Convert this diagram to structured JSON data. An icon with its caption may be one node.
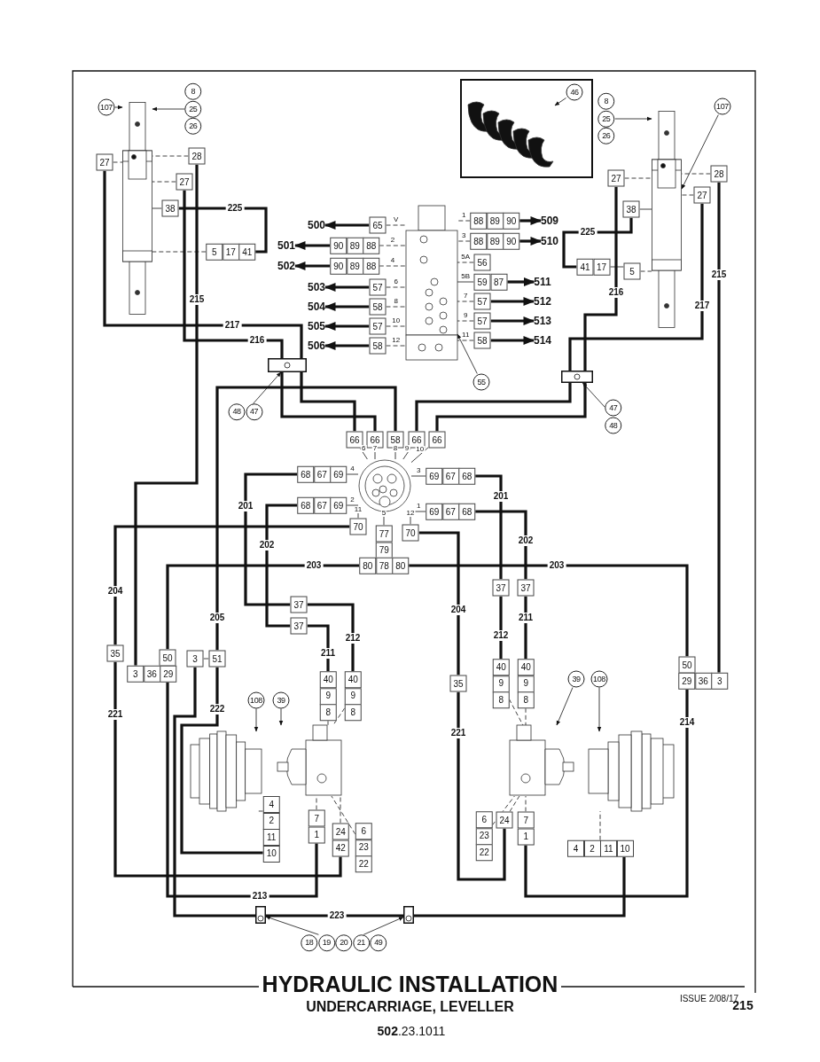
{
  "diagram": {
    "title": "HYDRAULIC INSTALLATION",
    "caption": "UNDERCARRIAGE, LEVELLER",
    "nodes": [
      {
        "text": [],
        "shape": "picture"
      },
      {
        "text": [
          "107"
        ]
      },
      {
        "text": [
          "8",
          "25",
          "26"
        ]
      },
      {
        "text": [
          "27"
        ]
      },
      {
        "text": [
          "28"
        ]
      },
      {
        "text": [
          "27"
        ]
      },
      {
        "text": [
          "38"
        ]
      },
      {
        "text": [
          "5",
          "17",
          "41"
        ]
      },
      {
        "text": [],
        "shape": "picture"
      },
      {
        "text": [
          "46"
        ]
      },
      {
        "text": [
          "8",
          "25",
          "26"
        ]
      },
      {
        "text": [
          "107"
        ]
      },
      {
        "text": [],
        "shape": "picture"
      },
      {
        "text": [
          "27"
        ]
      },
      {
        "text": [
          "28"
        ]
      },
      {
        "text": [
          "27"
        ]
      },
      {
        "text": [
          "38"
        ]
      },
      {
        "text": [
          "41",
          "17"
        ]
      },
      {
        "text": [
          "5"
        ]
      },
      {
        "text": [
          "500"
        ]
      },
      {
        "text": [
          "65"
        ]
      },
      {
        "text": [],
        "shape": "picture"
      },
      {
        "text": [
          "88",
          "89",
          "90"
        ]
      },
      {
        "text": [
          "509"
        ]
      },
      {
        "text": [
          "501"
        ]
      },
      {
        "text": [
          "90",
          "89",
          "88"
        ]
      },
      {
        "text": [
          "88",
          "89",
          "90"
        ]
      },
      {
        "text": [
          "510"
        ]
      },
      {
        "text": [
          "502"
        ]
      },
      {
        "text": [
          "90",
          "89",
          "88"
        ]
      },
      {
        "text": [
          "56"
        ]
      },
      {
        "text": [
          "59",
          "87"
        ]
      },
      {
        "text": [
          "511"
        ]
      },
      {
        "text": [
          "503"
        ]
      },
      {
        "text": [
          "57"
        ]
      },
      {
        "text": [
          "57"
        ]
      },
      {
        "text": [
          "512"
        ]
      },
      {
        "text": [
          "504"
        ]
      },
      {
        "text": [
          "58"
        ]
      },
      {
        "text": [
          "57"
        ]
      },
      {
        "text": [
          "513"
        ]
      },
      {
        "text": [
          "505"
        ]
      },
      {
        "text": [
          "57"
        ]
      },
      {
        "text": [
          "58"
        ]
      },
      {
        "text": [
          "514"
        ]
      },
      {
        "text": [
          "506"
        ]
      },
      {
        "text": [
          "58"
        ]
      },
      {
        "text": [
          "55"
        ]
      },
      {
        "text": [],
        "shape": "picture"
      },
      {
        "text": [],
        "shape": "picture"
      },
      {
        "text": [
          "48",
          "47"
        ]
      },
      {
        "text": [
          "47",
          "48"
        ]
      },
      {
        "text": [
          "66"
        ]
      },
      {
        "text": [
          "66"
        ]
      },
      {
        "text": [
          "58"
        ]
      },
      {
        "text": [
          "66"
        ]
      },
      {
        "text": [
          "66"
        ]
      },
      {
        "text": [
          "68",
          "67",
          "69"
        ]
      },
      {
        "text": [],
        "shape": "picture"
      },
      {
        "text": [
          "69",
          "67",
          "68"
        ]
      },
      {
        "text": [
          "68",
          "67",
          "69"
        ]
      },
      {
        "text": [
          "69",
          "67",
          "68"
        ]
      },
      {
        "text": [
          "70"
        ]
      },
      {
        "text": [
          "77",
          "79"
        ]
      },
      {
        "text": [
          "70"
        ]
      },
      {
        "text": [
          "80",
          "78",
          "80"
        ]
      },
      {
        "text": [
          "37"
        ]
      },
      {
        "text": [
          "37"
        ]
      },
      {
        "text": [
          "37"
        ]
      },
      {
        "text": [
          "37"
        ]
      },
      {
        "text": [
          "35"
        ]
      },
      {
        "text": [
          "50"
        ]
      },
      {
        "text": [
          "3",
          "36",
          "29"
        ]
      },
      {
        "text": [
          "3"
        ]
      },
      {
        "text": [
          "51"
        ]
      },
      {
        "text": [
          "40",
          "9",
          "8"
        ]
      },
      {
        "text": [
          "40",
          "9",
          "8"
        ]
      },
      {
        "text": [
          "40",
          "9",
          "8"
        ]
      },
      {
        "text": [
          "40",
          "9",
          "8"
        ]
      },
      {
        "text": [
          "35"
        ]
      },
      {
        "text": [
          "50"
        ]
      },
      {
        "text": [
          "29",
          "36",
          "3"
        ]
      },
      {
        "text": [
          "108"
        ]
      },
      {
        "text": [
          "39"
        ]
      },
      {
        "text": [
          "39"
        ]
      },
      {
        "text": [
          "108"
        ]
      },
      {
        "text": [],
        "shape": "picture"
      },
      {
        "text": [],
        "shape": "picture"
      },
      {
        "text": [],
        "shape": "picture"
      },
      {
        "text": [],
        "shape": "picture"
      },
      {
        "text": [
          "4",
          "2",
          "11",
          "10"
        ]
      },
      {
        "text": [
          "7",
          "1"
        ]
      },
      {
        "text": [
          "24",
          "42"
        ]
      },
      {
        "text": [
          "6",
          "23",
          "22"
        ]
      },
      {
        "text": [
          "6",
          "23",
          "22"
        ]
      },
      {
        "text": [
          "24"
        ]
      },
      {
        "text": [
          "7",
          "1"
        ]
      },
      {
        "text": [
          "4",
          "2",
          "11",
          "10"
        ]
      },
      {
        "text": [],
        "shape": "picture"
      },
      {
        "text": [],
        "shape": "picture"
      },
      {
        "text": [
          "18",
          "19",
          "20",
          "21",
          "49"
        ]
      }
    ],
    "edges": [
      {
        "from": 3,
        "to": 52,
        "arrow": "none",
        "label": "217",
        "style": "thick"
      },
      {
        "from": 5,
        "to": 53,
        "arrow": "none",
        "label": "216",
        "style": "thick"
      },
      {
        "from": 4,
        "to": 72,
        "arrow": "none",
        "label": "215",
        "style": "thick"
      },
      {
        "from": 6,
        "to": 7,
        "arrow": "none",
        "label": "225",
        "style": "thick"
      },
      {
        "from": 54,
        "to": 74,
        "arrow": "none",
        "label": "205",
        "style": "thick"
      },
      {
        "from": 13,
        "to": 56,
        "arrow": "none",
        "label": "216",
        "style": "thick"
      },
      {
        "from": 15,
        "to": 55,
        "arrow": "none",
        "label": "217",
        "style": "thick"
      },
      {
        "from": 16,
        "to": 17,
        "arrow": "none",
        "label": "225",
        "style": "thick"
      },
      {
        "from": 14,
        "to": 81,
        "arrow": "none",
        "label": "215",
        "style": "thick"
      },
      {
        "from": 57,
        "to": 66,
        "arrow": "none",
        "label": "201",
        "style": "thick"
      },
      {
        "from": 66,
        "to": 76,
        "arrow": "none",
        "label": "212",
        "style": "thick"
      },
      {
        "from": 60,
        "to": 67,
        "arrow": "none",
        "label": "202",
        "style": "thick"
      },
      {
        "from": 67,
        "to": 75,
        "arrow": "none",
        "label": "211",
        "style": "thick"
      },
      {
        "from": 59,
        "to": 68,
        "arrow": "none",
        "label": "201",
        "style": "thick"
      },
      {
        "from": 68,
        "to": 77,
        "arrow": "none",
        "label": "212",
        "style": "thick"
      },
      {
        "from": 61,
        "to": 69,
        "arrow": "none",
        "label": "202",
        "style": "thick"
      },
      {
        "from": 69,
        "to": 78,
        "arrow": "none",
        "label": "211",
        "style": "thick"
      },
      {
        "from": 65,
        "to": 71,
        "arrow": "none",
        "label": "203",
        "style": "thick"
      },
      {
        "from": 65,
        "to": 80,
        "arrow": "none",
        "label": "203",
        "style": "thick"
      },
      {
        "from": 62,
        "to": 70,
        "arrow": "none",
        "label": "204",
        "style": "thick"
      },
      {
        "from": 64,
        "to": 79,
        "arrow": "none",
        "label": "204",
        "style": "thick"
      },
      {
        "from": 70,
        "to": 92,
        "arrow": "none",
        "label": "221",
        "style": "thick"
      },
      {
        "from": 72,
        "to": 91,
        "arrow": "none",
        "label": "213",
        "style": "thick"
      },
      {
        "from": 74,
        "to": 90,
        "arrow": "none",
        "label": "222",
        "style": "thick"
      },
      {
        "from": 73,
        "to": 97,
        "arrow": "none",
        "label": "223",
        "style": "thick"
      },
      {
        "from": 79,
        "to": 95,
        "arrow": "none",
        "label": "221",
        "style": "thick"
      },
      {
        "from": 81,
        "to": 96,
        "arrow": "none",
        "label": "214",
        "style": "thick"
      },
      {
        "from": 73,
        "to": 74,
        "arrow": "none"
      },
      {
        "from": 20,
        "to": 19,
        "arrow": "to",
        "style": "thick"
      },
      {
        "from": 25,
        "to": 24,
        "arrow": "to",
        "style": "thick"
      },
      {
        "from": 29,
        "to": 28,
        "arrow": "to",
        "style": "thick"
      },
      {
        "from": 34,
        "to": 33,
        "arrow": "to",
        "style": "thick"
      },
      {
        "from": 38,
        "to": 37,
        "arrow": "to",
        "style": "thick"
      },
      {
        "from": 42,
        "to": 41,
        "arrow": "to",
        "style": "thick"
      },
      {
        "from": 46,
        "to": 45,
        "arrow": "to",
        "style": "thick"
      },
      {
        "from": 22,
        "to": 23,
        "arrow": "to",
        "style": "thick"
      },
      {
        "from": 26,
        "to": 27,
        "arrow": "to",
        "style": "thick"
      },
      {
        "from": 31,
        "to": 32,
        "arrow": "to",
        "style": "thick"
      },
      {
        "from": 35,
        "to": 36,
        "arrow": "to",
        "style": "thick"
      },
      {
        "from": 39,
        "to": 40,
        "arrow": "to",
        "style": "thick"
      },
      {
        "from": 43,
        "to": 44,
        "arrow": "to",
        "style": "thick"
      },
      {
        "from": 1,
        "to": 0,
        "arrow": "to"
      },
      {
        "from": 2,
        "to": 0,
        "arrow": "to"
      },
      {
        "from": 3,
        "to": 0,
        "arrow": "none",
        "style": "dashed"
      },
      {
        "from": 4,
        "to": 0,
        "arrow": "none",
        "style": "dashed"
      },
      {
        "from": 5,
        "to": 0,
        "arrow": "none",
        "style": "dashed"
      },
      {
        "from": 6,
        "to": 0,
        "arrow": "none"
      },
      {
        "from": 7,
        "to": 0,
        "arrow": "none",
        "style": "dashed"
      },
      {
        "from": 9,
        "to": 8,
        "arrow": "to"
      },
      {
        "from": 10,
        "to": 12,
        "arrow": "to"
      },
      {
        "from": 11,
        "to": 12,
        "arrow": "to"
      },
      {
        "from": 13,
        "to": 12,
        "arrow": "none",
        "style": "dashed"
      },
      {
        "from": 14,
        "to": 12,
        "arrow": "none",
        "style": "dashed"
      },
      {
        "from": 15,
        "to": 12,
        "arrow": "none",
        "style": "dashed"
      },
      {
        "from": 16,
        "to": 12,
        "arrow": "none"
      },
      {
        "from": 17,
        "to": 18,
        "arrow": "none"
      },
      {
        "from": 18,
        "to": 12,
        "arrow": "none",
        "style": "dashed"
      },
      {
        "from": 20,
        "to": 21,
        "arrow": "none",
        "label": "V",
        "style": "dashed"
      },
      {
        "from": 25,
        "to": 21,
        "arrow": "none",
        "label": "2",
        "style": "dashed"
      },
      {
        "from": 29,
        "to": 21,
        "arrow": "none",
        "label": "4",
        "style": "dashed"
      },
      {
        "from": 34,
        "to": 21,
        "arrow": "none",
        "label": "6",
        "style": "dashed"
      },
      {
        "from": 38,
        "to": 21,
        "arrow": "none",
        "label": "8",
        "style": "dashed"
      },
      {
        "from": 42,
        "to": 21,
        "arrow": "none",
        "label": "10",
        "style": "dashed"
      },
      {
        "from": 46,
        "to": 21,
        "arrow": "none",
        "label": "12",
        "style": "dashed"
      },
      {
        "from": 22,
        "to": 21,
        "arrow": "none",
        "label": "1",
        "style": "dashed"
      },
      {
        "from": 26,
        "to": 21,
        "arrow": "none",
        "label": "3",
        "style": "dashed"
      },
      {
        "from": 30,
        "to": 21,
        "arrow": "none",
        "label": "5A",
        "style": "dashed"
      },
      {
        "from": 31,
        "to": 21,
        "arrow": "none",
        "label": "5B"
      },
      {
        "from": 35,
        "to": 21,
        "arrow": "none",
        "label": "7",
        "style": "dashed"
      },
      {
        "from": 39,
        "to": 21,
        "arrow": "none",
        "label": "9",
        "style": "dashed"
      },
      {
        "from": 43,
        "to": 21,
        "arrow": "none",
        "label": "11",
        "style": "dashed"
      },
      {
        "from": 47,
        "to": 21,
        "arrow": "to"
      },
      {
        "from": 50,
        "to": 48,
        "arrow": "to"
      },
      {
        "from": 51,
        "to": 49,
        "arrow": "to"
      },
      {
        "from": 52,
        "to": 58,
        "arrow": "none",
        "label": "6"
      },
      {
        "from": 53,
        "to": 58,
        "arrow": "none",
        "label": "7"
      },
      {
        "from": 54,
        "to": 58,
        "arrow": "none",
        "label": "8"
      },
      {
        "from": 55,
        "to": 58,
        "arrow": "none",
        "label": "9"
      },
      {
        "from": 56,
        "to": 58,
        "arrow": "none",
        "label": "10"
      },
      {
        "from": 57,
        "to": 58,
        "arrow": "none",
        "label": "4"
      },
      {
        "from": 59,
        "to": 58,
        "arrow": "none",
        "label": "3"
      },
      {
        "from": 60,
        "to": 58,
        "arrow": "none",
        "label": "2"
      },
      {
        "from": 61,
        "to": 58,
        "arrow": "none",
        "label": "1"
      },
      {
        "from": 62,
        "to": 58,
        "arrow": "none",
        "label": "11"
      },
      {
        "from": 63,
        "to": 58,
        "arrow": "none",
        "label": "5"
      },
      {
        "from": 64,
        "to": 58,
        "arrow": "none",
        "label": "12"
      },
      {
        "from": 82,
        "to": 86,
        "arrow": "to"
      },
      {
        "from": 83,
        "to": 87,
        "arrow": "to"
      },
      {
        "from": 84,
        "to": 88,
        "arrow": "to"
      },
      {
        "from": 85,
        "to": 89,
        "arrow": "to"
      },
      {
        "from": 75,
        "to": 87,
        "arrow": "none",
        "style": "dashed"
      },
      {
        "from": 76,
        "to": 87,
        "arrow": "none",
        "style": "dashed"
      },
      {
        "from": 77,
        "to": 88,
        "arrow": "none",
        "style": "dashed"
      },
      {
        "from": 78,
        "to": 88,
        "arrow": "none",
        "style": "dashed"
      },
      {
        "from": 90,
        "to": 86,
        "arrow": "none",
        "style": "dashed"
      },
      {
        "from": 91,
        "to": 87,
        "arrow": "none",
        "style": "dashed"
      },
      {
        "from": 92,
        "to": 87,
        "arrow": "none",
        "style": "dashed"
      },
      {
        "from": 93,
        "to": 87,
        "arrow": "none",
        "style": "dashed"
      },
      {
        "from": 94,
        "to": 88,
        "arrow": "none",
        "style": "dashed"
      },
      {
        "from": 95,
        "to": 88,
        "arrow": "none",
        "style": "dashed"
      },
      {
        "from": 96,
        "to": 88,
        "arrow": "none",
        "style": "dashed"
      },
      {
        "from": 97,
        "to": 89,
        "arrow": "none",
        "style": "dashed"
      },
      {
        "from": 100,
        "to": 98,
        "arrow": "to"
      },
      {
        "from": 100,
        "to": 99,
        "arrow": "to"
      }
    ],
    "labels": [
      "**502**.23.1011",
      "ISSUE 2/08/17",
      "215"
    ]
  }
}
